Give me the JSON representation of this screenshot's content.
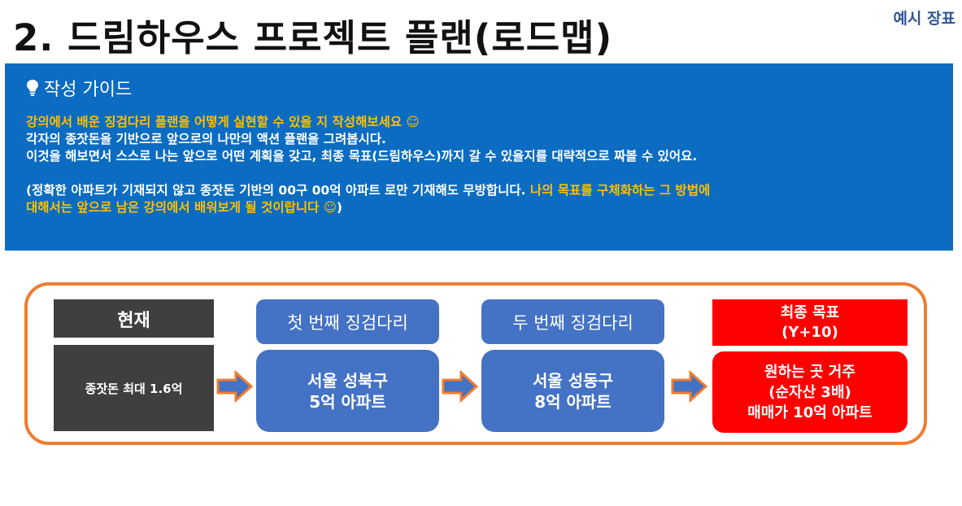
{
  "header": {
    "title": "2. 드림하우스 프로젝트 플랜(로드맵)",
    "example_tag": "예시 장표"
  },
  "guide": {
    "icon": "lightbulb-icon",
    "title": "작성 가이드",
    "line1": "강의에서 배운 징검다리 플랜을 어떻게 실현할 수 있을 지 작성해보세요 ☺",
    "line2": "각자의 종잣돈을 기반으로 앞으로의 나만의 액션 플랜을 그려봅시다.",
    "line3": "이것을 해보면서 스스로 나는 앞으로 어떤 계획을 갖고, 최종 목표(드림하우스)까지 갈 수 있을지를 대략적으로 짜볼 수 있어요.",
    "note_white": "(정확한 아파트가 기재되지 않고 종잣돈 기반의 00구 00억 아파트 로만 기재해도 무방합니다. ",
    "note_yellow1": "나의 목표를 구체화하는 그 방법에",
    "note_yellow2": "대해서는 앞으로 남은 강의에서 배워보게 될 것이랍니다 ☺",
    "note_close": ")"
  },
  "roadmap": {
    "current": {
      "label": "현재",
      "body": "종잣돈 최대 1.6억"
    },
    "step1": {
      "label": "첫 번째 징검다리",
      "line1": "서울 성북구",
      "line2": "5억 아파트"
    },
    "step2": {
      "label": "두 번째 징검다리",
      "line1": "서울 성동구",
      "line2": "8억 아파트"
    },
    "goal": {
      "label1": "최종 목표",
      "label2": "(Y+10)",
      "line1": "원하는 곳 거주",
      "line2": "(순자산 3배)",
      "line3": "매매가 10억 아파트"
    }
  },
  "colors": {
    "guide_bg": "#0b6cc1",
    "highlight": "#ffc000",
    "frame": "#ed7d31",
    "step": "#4472c4",
    "current": "#3f3f3f",
    "goal": "#ff0000"
  }
}
